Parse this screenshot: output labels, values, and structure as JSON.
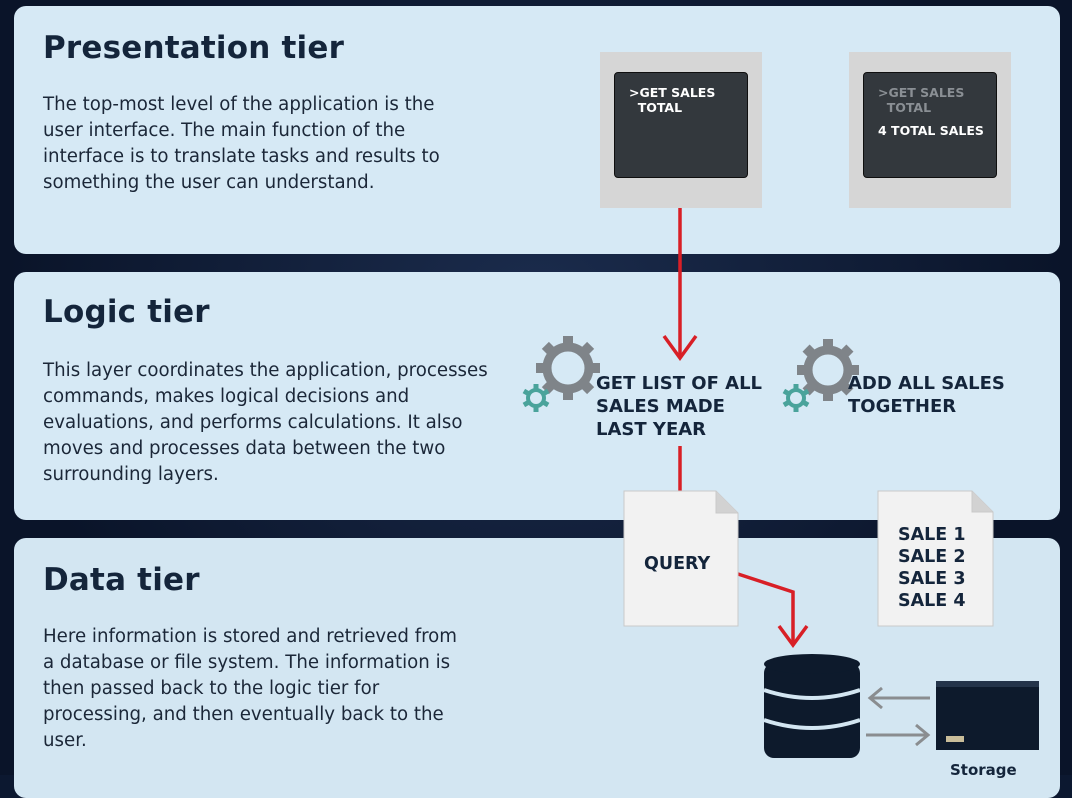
{
  "presentation": {
    "title": "Presentation tier",
    "description": "The top-most level of the application is the user interface. The main function of the interface is to translate tasks and results to something the user can understand.",
    "left_screen": {
      "command": ">GET SALES\n  TOTAL"
    },
    "right_screen": {
      "command": ">GET SALES\n  TOTAL",
      "result": "4 TOTAL SALES"
    }
  },
  "logic": {
    "title": "Logic tier",
    "description": "This layer coordinates the application, processes commands, makes logical decisions and evaluations, and performs calculations. It also moves and processes data between the two surrounding layers.",
    "step_left": "GET LIST OF ALL\nSALES MADE\nLAST YEAR",
    "step_right": "ADD ALL SALES\nTOGETHER"
  },
  "data": {
    "title": "Data tier",
    "description": "Here information is stored and retrieved from a database or file system. The information is then passed back to the logic tier for processing, and then eventually back to the user.",
    "query_label": "QUERY",
    "sales_list": "SALE 1\nSALE 2\nSALE 3\nSALE 4",
    "storage_label": "Storage"
  },
  "colors": {
    "tier_background": "#d6e9f5",
    "page_background": "#0c1830",
    "arrow_red": "#d81f26",
    "gear_gray": "#7f8489",
    "gear_teal": "#4aa39b",
    "heading_navy": "#14253b",
    "screen_dark": "#33383d"
  },
  "icons": [
    "gear-icon",
    "small-gear-icon",
    "document-icon",
    "database-icon",
    "storage-box-icon",
    "arrow-icon"
  ]
}
